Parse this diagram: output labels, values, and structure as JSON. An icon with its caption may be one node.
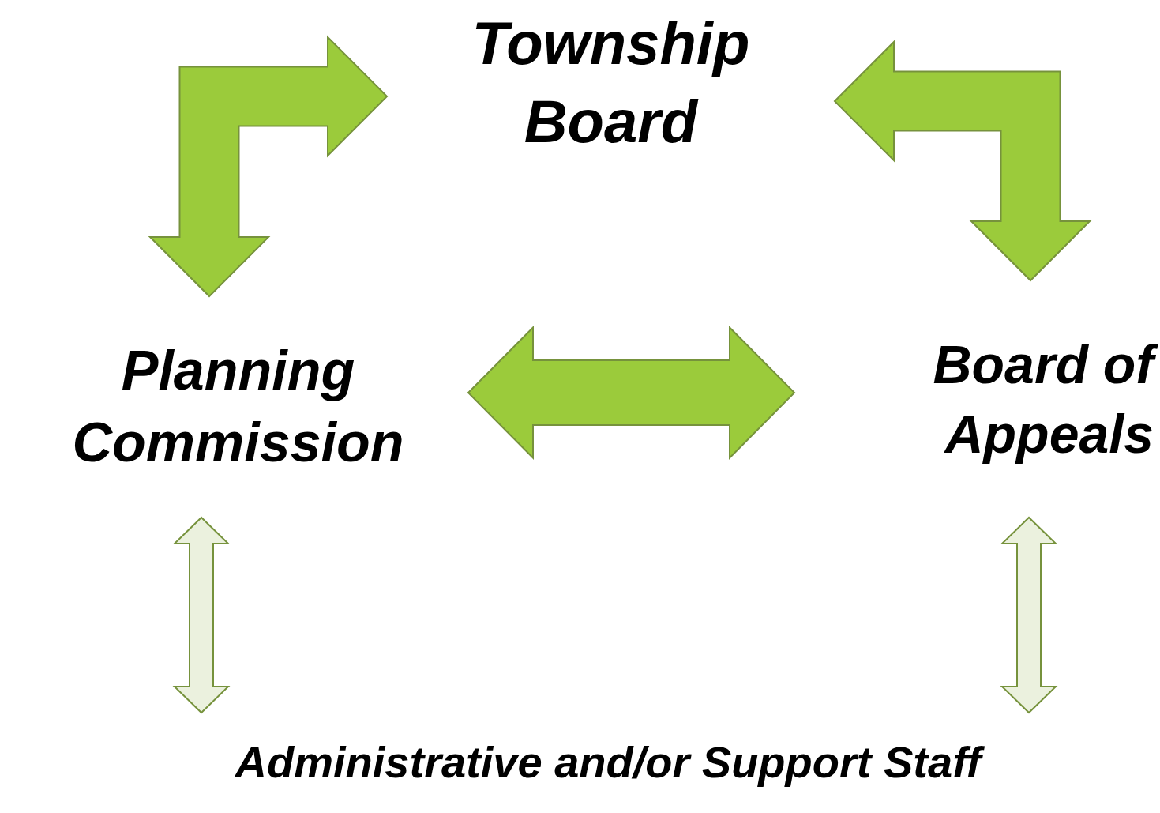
{
  "diagram": {
    "nodes": [
      {
        "text": [
          "Township Board"
        ]
      },
      {
        "text": [
          "Planning Commission"
        ]
      },
      {
        "text": [
          "Board of Appeals"
        ]
      },
      {
        "text": [
          "Administrative and/or Support Staff"
        ]
      }
    ],
    "edges": [
      {
        "from": 0,
        "to": 1,
        "arrow": "both"
      },
      {
        "from": 0,
        "to": 2,
        "arrow": "both"
      },
      {
        "from": 1,
        "to": 2,
        "arrow": "both"
      },
      {
        "from": 1,
        "to": 3,
        "arrow": "both",
        "color": "#ebf1de"
      },
      {
        "from": 2,
        "to": 3,
        "arrow": "both",
        "color": "#ebf1de"
      }
    ]
  }
}
